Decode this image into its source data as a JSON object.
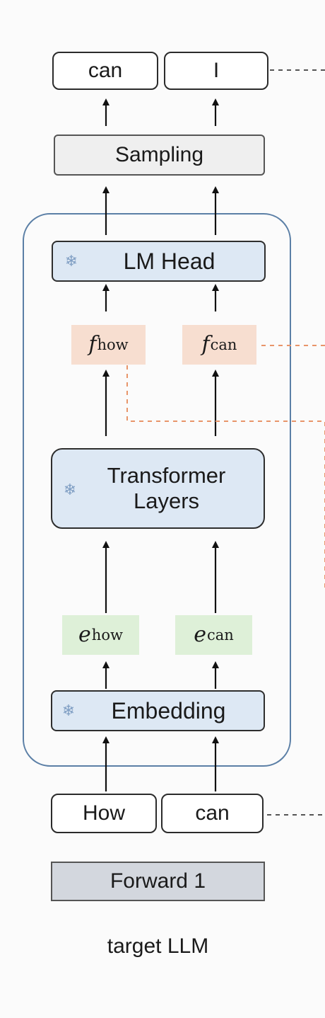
{
  "tokens_top": [
    "can",
    "I"
  ],
  "sampling_label": "Sampling",
  "lm_head_label": "LM Head",
  "features": [
    {
      "symbol": "f",
      "sub": "how"
    },
    {
      "symbol": "f",
      "sub": "can"
    }
  ],
  "transformer_label_line1": "Transformer",
  "transformer_label_line2": "Layers",
  "embeddings": [
    {
      "symbol": "e",
      "sub": "how"
    },
    {
      "symbol": "e",
      "sub": "can"
    }
  ],
  "embedding_label": "Embedding",
  "tokens_bottom": [
    "How",
    "can"
  ],
  "forward_label": "Forward 1",
  "caption": "target LLM",
  "colors": {
    "frozen_blue": "#dde8f4",
    "feature_orange": "#f7ded0",
    "embedding_green": "#def0d8",
    "dashed_orange": "#e8956a",
    "model_frame": "#5b7fa6"
  },
  "icons": [
    "snowflake-icon"
  ]
}
